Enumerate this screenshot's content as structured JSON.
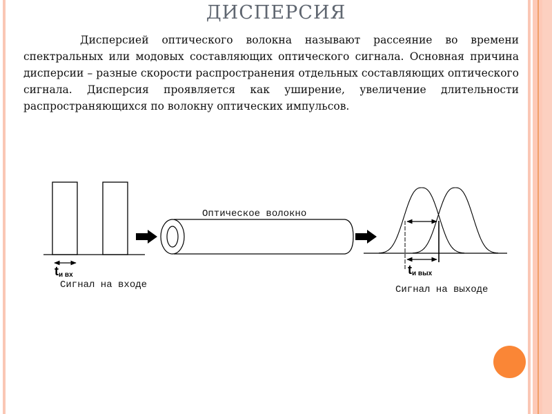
{
  "slide": {
    "title": "ДИСПЕРСИЯ",
    "paragraph": "Дисперсией оптического волокна называют рассеяние во времени спектральных или модовых составляющих оптического сигнала. Основная причина дисперсии – разные скорости распространения отдельных составляющих оптического сигнала. Дисперсия проявляется как уширение, увеличение длительности распространяющихся по волокну оптических импульсов.",
    "colors": {
      "accent_orange": "#fa8636",
      "stripe_peach": "#fac7b5",
      "title_gray": "#5f6670"
    }
  },
  "diagram": {
    "fiber_label": "Оптическое волокно",
    "input": {
      "caption": "Сигнал на входе",
      "duration_symbol": "t",
      "duration_subscript": "и вх"
    },
    "output": {
      "caption": "Сигнал на выходе",
      "duration_symbol": "t",
      "duration_subscript": "и вых"
    }
  }
}
